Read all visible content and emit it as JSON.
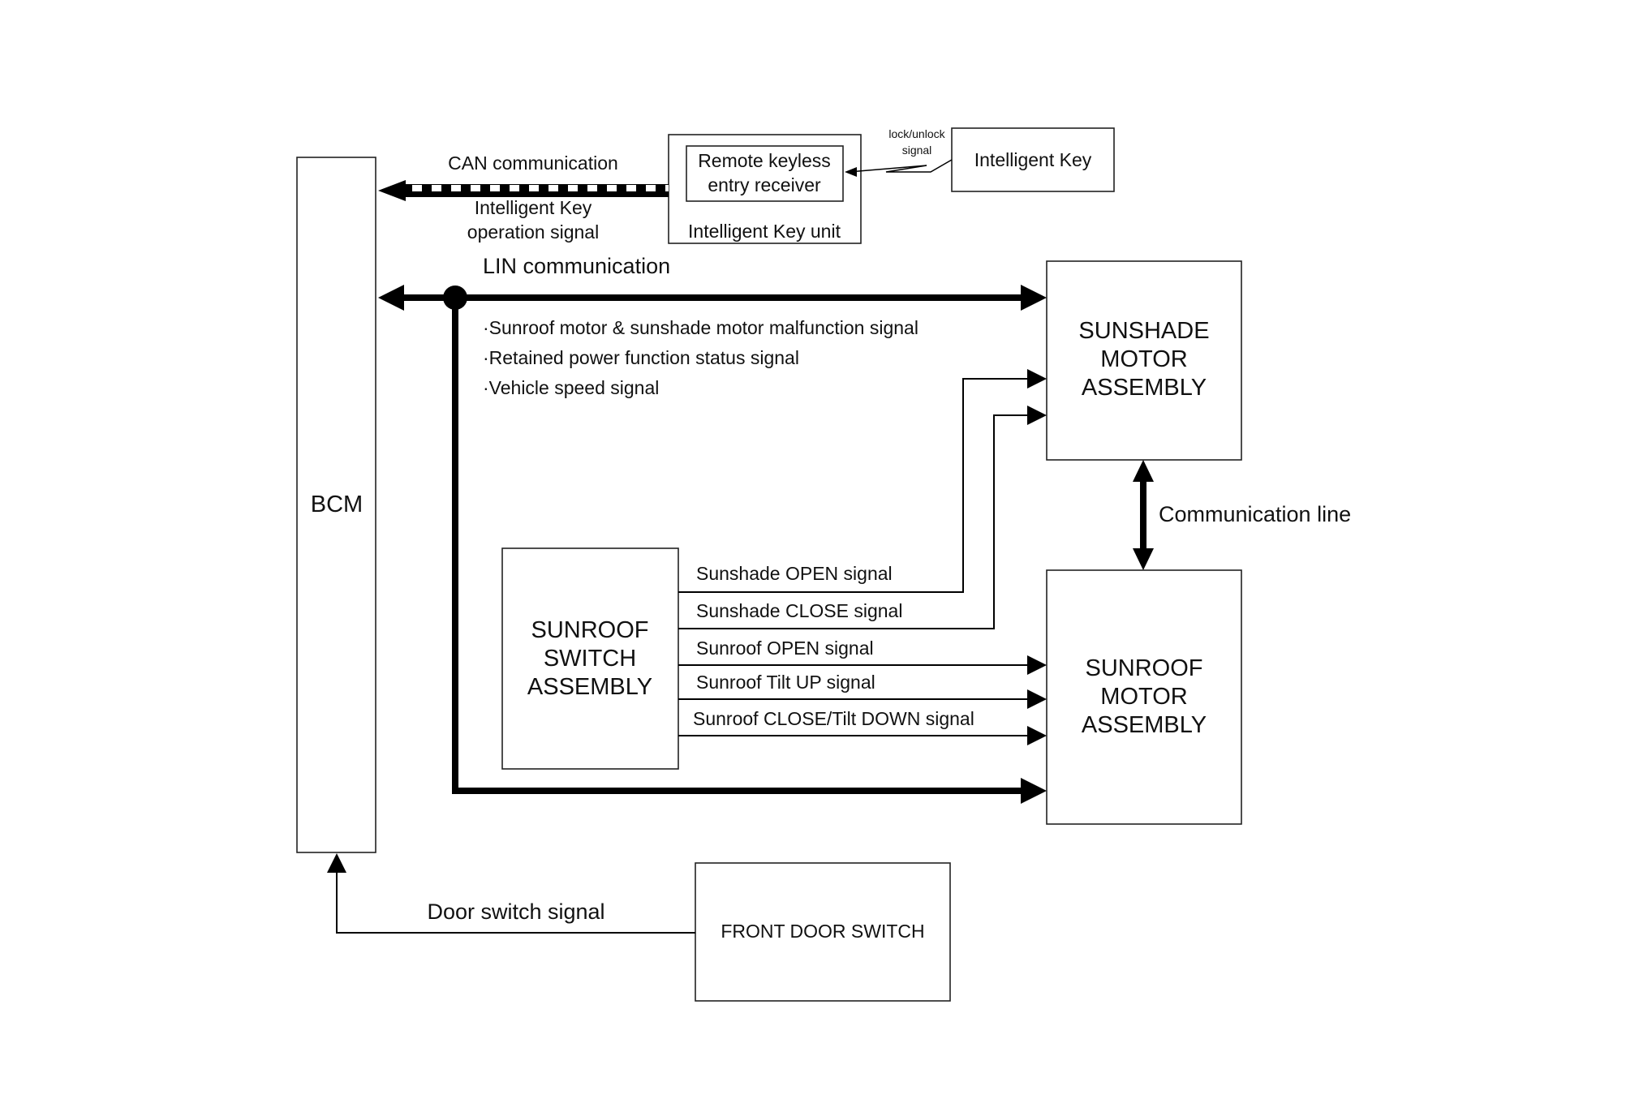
{
  "blocks": {
    "bcm": "BCM",
    "remote_keyless_receiver": [
      "Remote keyless",
      "entry receiver"
    ],
    "intelligent_key_unit": "Intelligent Key unit",
    "intelligent_key": "Intelligent Key",
    "sunshade_motor_assembly": [
      "SUNSHADE",
      "MOTOR",
      "ASSEMBLY"
    ],
    "sunroof_motor_assembly": [
      "SUNROOF",
      "MOTOR",
      "ASSEMBLY"
    ],
    "sunroof_switch_assembly": [
      "SUNROOF",
      "SWITCH",
      "ASSEMBLY"
    ],
    "front_door_switch": "FRONT DOOR SWITCH"
  },
  "signals": {
    "lock_unlock_signal": [
      "lock/unlock",
      "signal"
    ],
    "can_communication": "CAN communication",
    "intelligent_key_operation_signal": [
      "Intelligent Key",
      "operation signal"
    ],
    "lin_communication": "LIN communication",
    "lin_signal_list": [
      "·Sunroof motor & sunshade motor malfunction signal",
      "·Retained power function status signal",
      "·Vehicle speed signal"
    ],
    "communication_line": "Communication line",
    "sunshade_open": "Sunshade OPEN signal",
    "sunshade_close": "Sunshade CLOSE signal",
    "sunroof_open": "Sunroof OPEN signal",
    "sunroof_tilt_up": "Sunroof Tilt UP signal",
    "sunroof_close_tilt_down": "Sunroof CLOSE/Tilt DOWN signal",
    "door_switch_signal": "Door switch signal"
  }
}
